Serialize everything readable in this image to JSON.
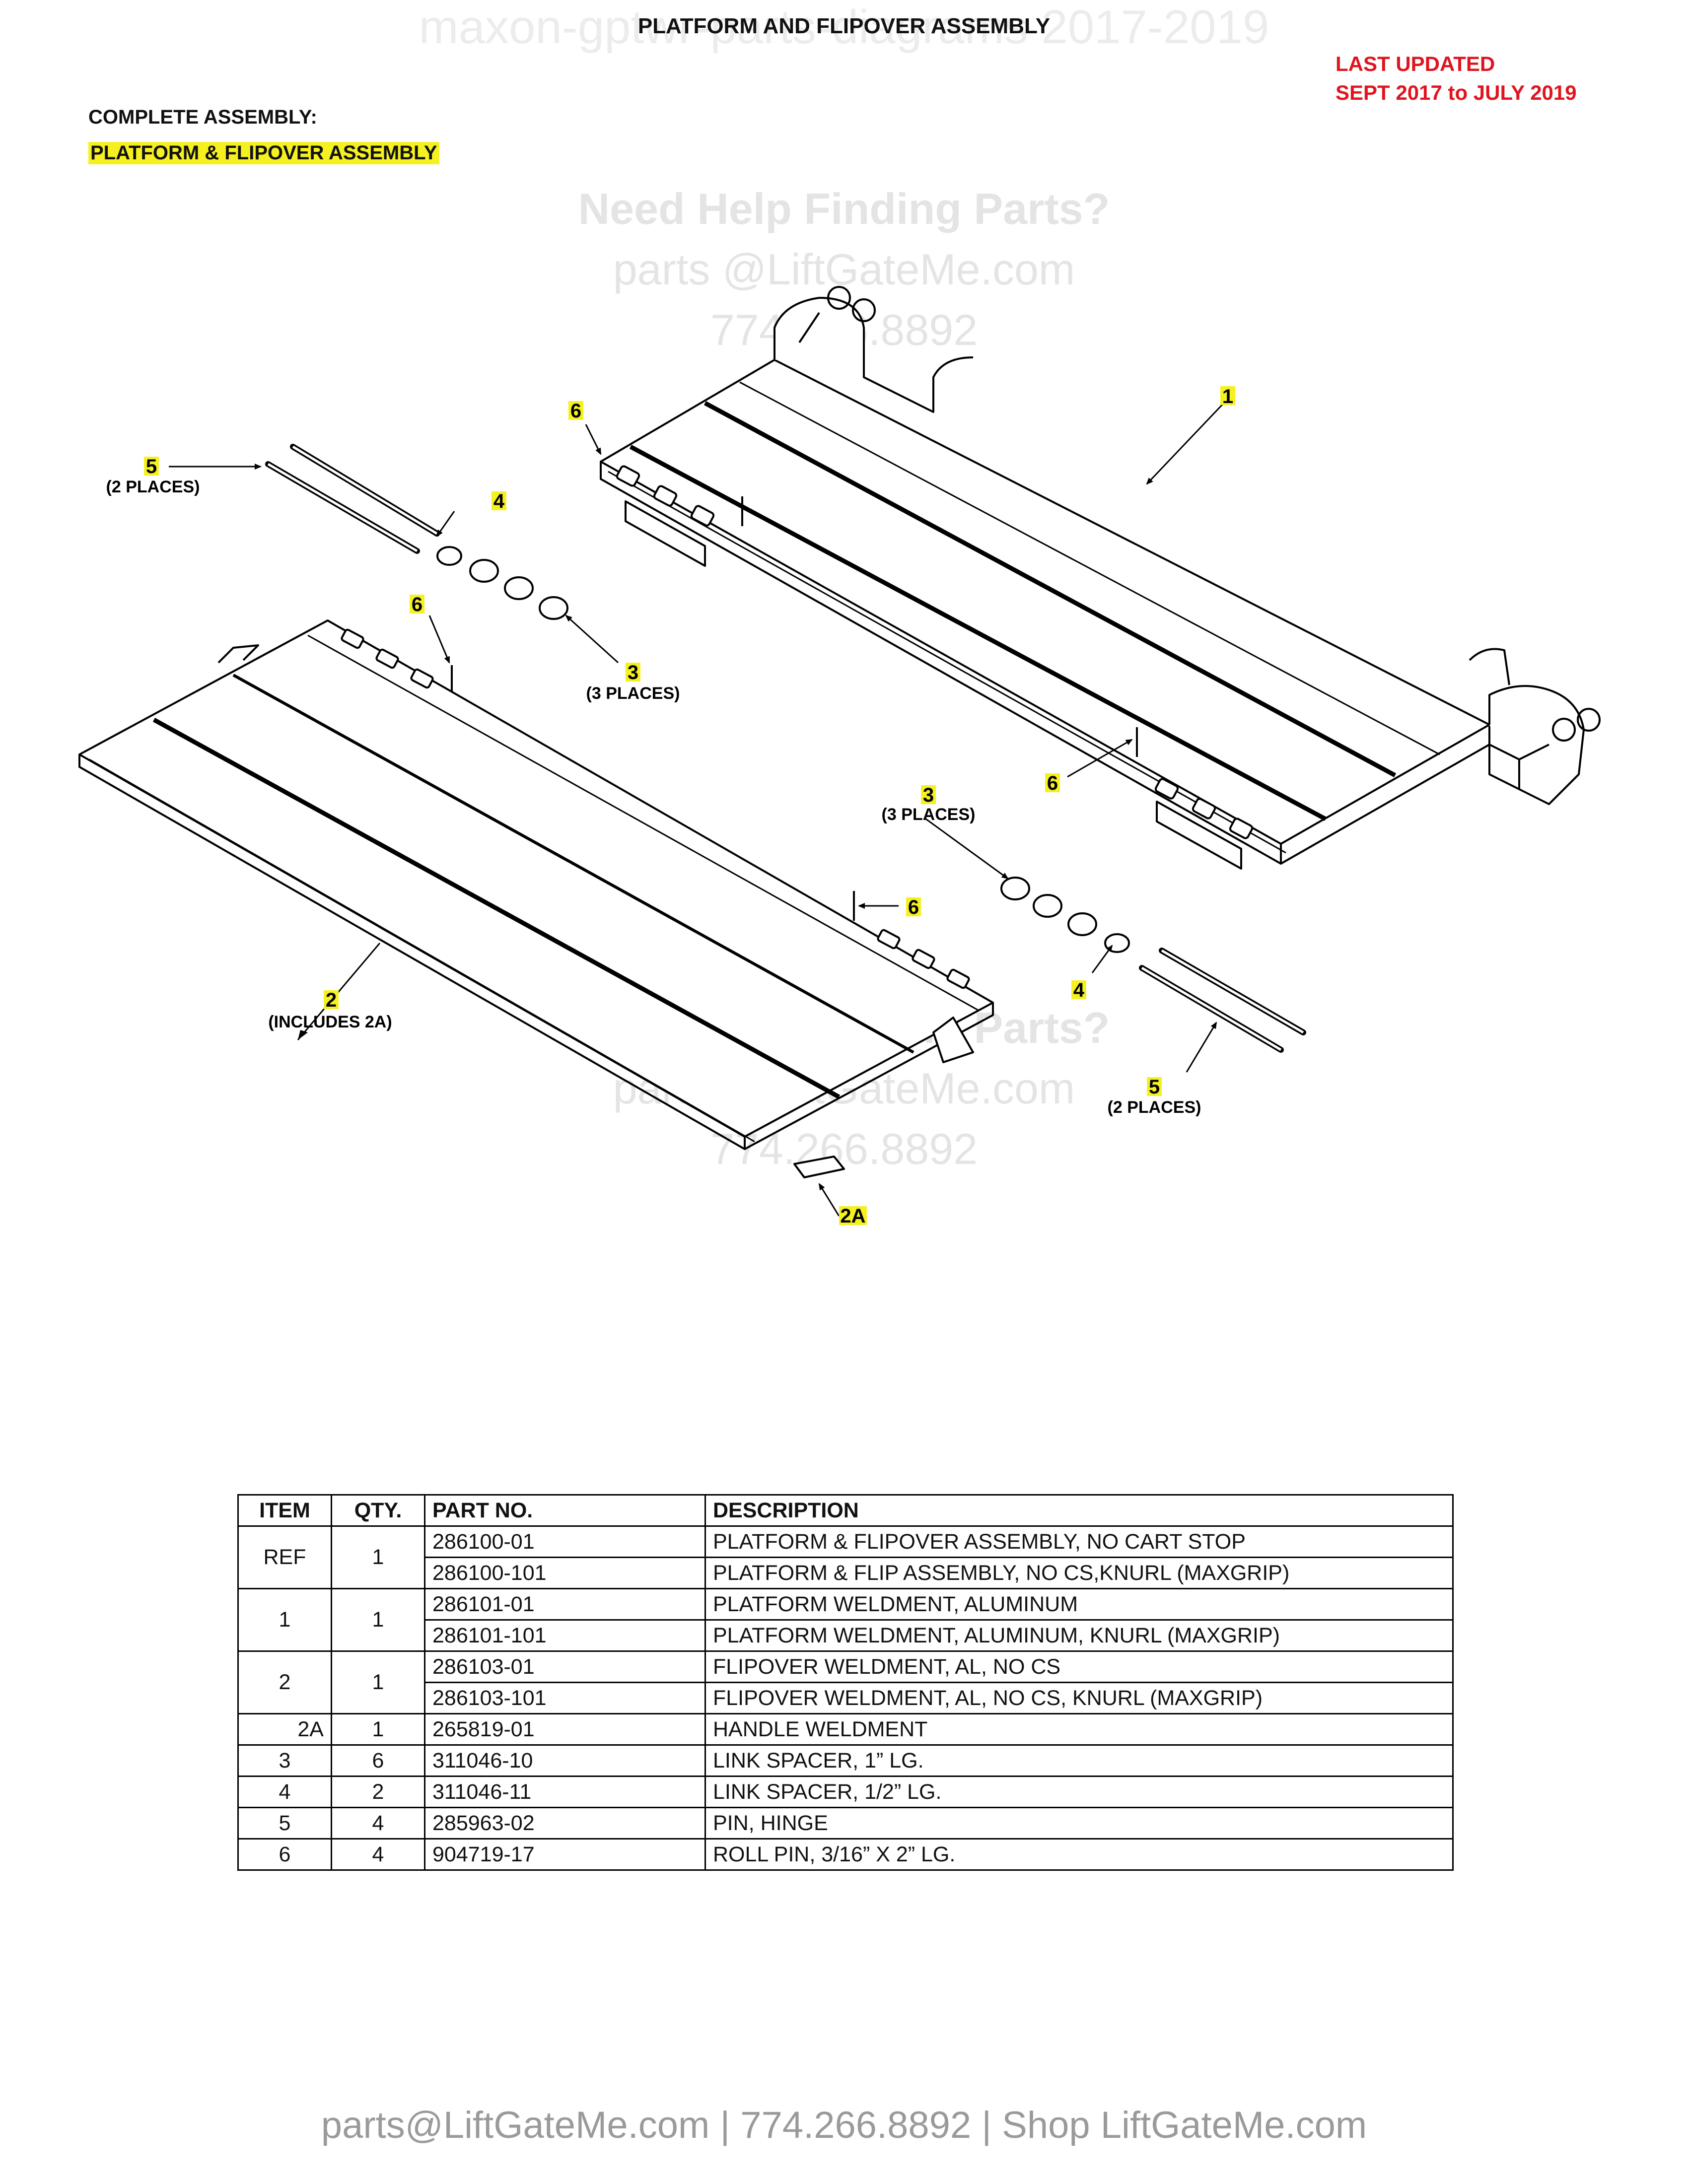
{
  "header": {
    "title": "PLATFORM AND FLIPOVER ASSEMBLY",
    "watermark": "maxon-gptwr-parts-diagrams 2017-2019",
    "updated_line1": "LAST UPDATED",
    "updated_line2": "SEPT 2017 to JULY 2019",
    "complete_label": "COMPLETE ASSEMBLY:",
    "assembly_name": "PLATFORM & FLIPOVER ASSEMBLY"
  },
  "watermark_block": {
    "line1": "Need Help Finding Parts?",
    "line2": "parts @LiftGateMe.com",
    "line3": "774.266.8892"
  },
  "callouts": {
    "c1": "1",
    "c2": "2",
    "c2_note": "(INCLUDES 2A)",
    "c2a": "2A",
    "c3_left": "3",
    "c3_left_note": "(3 PLACES)",
    "c3_right": "3",
    "c3_right_note": "(3 PLACES)",
    "c4_left": "4",
    "c4_right": "4",
    "c5_left": "5",
    "c5_left_note": "(2 PLACES)",
    "c5_right": "5",
    "c5_right_note": "(2 PLACES)",
    "c6_a": "6",
    "c6_b": "6",
    "c6_c": "6",
    "c6_d": "6"
  },
  "table": {
    "headers": {
      "item": "ITEM",
      "qty": "QTY.",
      "part": "PART NO.",
      "desc": "DESCRIPTION"
    },
    "rows": [
      {
        "item": "REF",
        "qty": "1",
        "part": "286100-01",
        "desc": "PLATFORM & FLIPOVER ASSEMBLY, NO CART STOP"
      },
      {
        "part": "286100-101",
        "desc": "PLATFORM & FLIP ASSEMBLY, NO CS,KNURL (MAXGRIP)"
      },
      {
        "item": "1",
        "qty": "1",
        "part": "286101-01",
        "desc": "PLATFORM WELDMENT, ALUMINUM"
      },
      {
        "part": "286101-101",
        "desc": "PLATFORM WELDMENT, ALUMINUM, KNURL (MAXGRIP)"
      },
      {
        "item": "2",
        "qty": "1",
        "part": "286103-01",
        "desc": "FLIPOVER WELDMENT, AL, NO CS"
      },
      {
        "part": "286103-101",
        "desc": "FLIPOVER WELDMENT, AL, NO CS, KNURL (MAXGRIP)"
      },
      {
        "item": "2A",
        "qty": "1",
        "part": "265819-01",
        "desc": "HANDLE WELDMENT"
      },
      {
        "item": "3",
        "qty": "6",
        "part": "311046-10",
        "desc": "LINK SPACER, 1” LG."
      },
      {
        "item": "4",
        "qty": "2",
        "part": "311046-11",
        "desc": "LINK SPACER, 1/2” LG."
      },
      {
        "item": "5",
        "qty": "4",
        "part": "285963-02",
        "desc": "PIN, HINGE"
      },
      {
        "item": "6",
        "qty": "4",
        "part": "904719-17",
        "desc": "ROLL PIN, 3/16” X 2” LG."
      }
    ]
  },
  "footer": {
    "text": "parts@LiftGateMe.com | 774.266.8892 | Shop LiftGateMe.com"
  },
  "colors": {
    "highlight": "#f5f01f",
    "updated_red": "#e0141e",
    "line": "#000000"
  }
}
